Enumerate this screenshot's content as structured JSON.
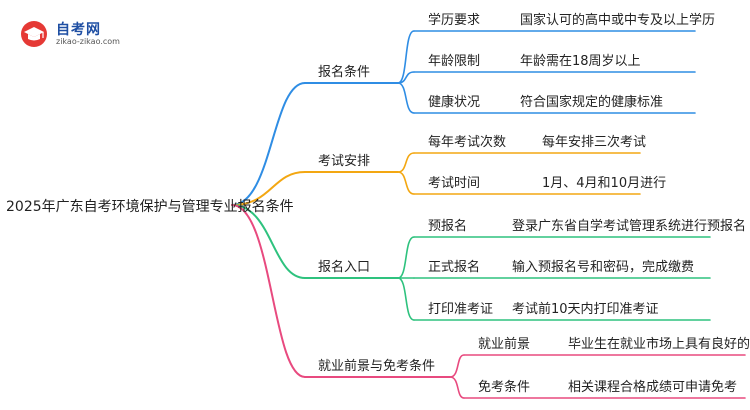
{
  "logo": {
    "title": "自考网",
    "url": "zikao-zikao.com",
    "icon": "graduation-cap-icon",
    "colors": {
      "primary": "#1f4fa3",
      "accent": "#e53935"
    }
  },
  "root": {
    "label": "2025年广东自考环境保护与管理专业报名条件"
  },
  "branches": [
    {
      "label": "报名条件",
      "color": "#2f8de4",
      "children": [
        {
          "label": "学历要求",
          "detail": "国家认可的高中或中专及以上学历"
        },
        {
          "label": "年龄限制",
          "detail": "年龄需在18周岁以上"
        },
        {
          "label": "健康状况",
          "detail": "符合国家规定的健康标准"
        }
      ]
    },
    {
      "label": "考试安排",
      "color": "#f3a712",
      "children": [
        {
          "label": "每年考试次数",
          "detail": "每年安排三次考试"
        },
        {
          "label": "考试时间",
          "detail": "1月、4月和10月进行"
        }
      ]
    },
    {
      "label": "报名入口",
      "color": "#2ec27e",
      "children": [
        {
          "label": "预报名",
          "detail": "登录广东省自学考试管理系统进行预报名"
        },
        {
          "label": "正式报名",
          "detail": "输入预报名号和密码，完成缴费"
        },
        {
          "label": "打印准考证",
          "detail": "考试前10天内打印准考证"
        }
      ]
    },
    {
      "label": "就业前景与免考条件",
      "color": "#e84a7f",
      "children": [
        {
          "label": "就业前景",
          "detail": "毕业生在就业市场上具有良好的前景"
        },
        {
          "label": "免考条件",
          "detail": "相关课程合格成绩可申请免考"
        }
      ]
    }
  ]
}
